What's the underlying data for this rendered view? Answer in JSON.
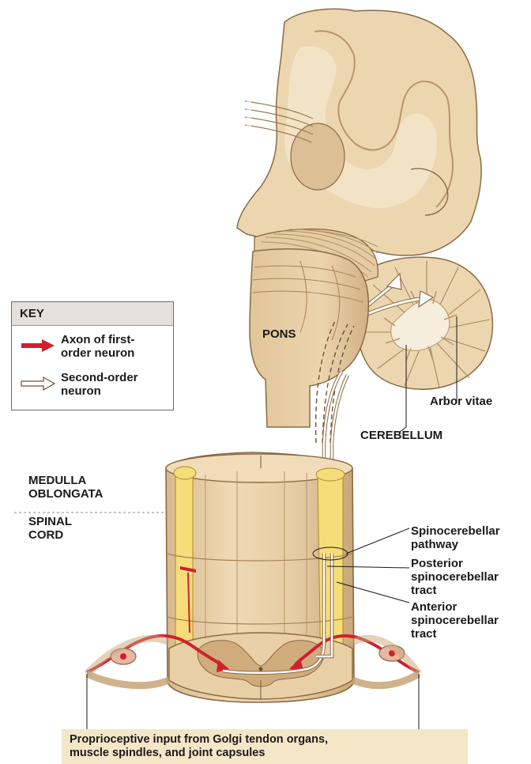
{
  "labels": {
    "pons": "PONS",
    "arbor_vitae": "Arbor vitae",
    "cerebellum": "CEREBELLUM",
    "medulla_line1": "MEDULLA",
    "medulla_line2": "OBLONGATA",
    "spinal_line1": "SPINAL",
    "spinal_line2": "CORD",
    "spinocerebellar_line1": "Spinocerebellar",
    "spinocerebellar_line2": "pathway",
    "posterior_line1": "Posterior",
    "posterior_line2": "spinocerebellar",
    "posterior_line3": "tract",
    "anterior_line1": "Anterior",
    "anterior_line2": "spinocerebellar",
    "anterior_line3": "tract"
  },
  "key": {
    "title": "KEY",
    "first_order_line1": "Axon of first-",
    "first_order_line2": "order neuron",
    "second_order_line1": "Second-order",
    "second_order_line2": "neuron"
  },
  "caption": {
    "line1": "Proprioceptive input from Golgi tendon organs,",
    "line2": "muscle spindles, and joint capsules"
  },
  "colors": {
    "tissue": "#ead2ab",
    "tissue_dark": "#d4b387",
    "outline": "#8a6a45",
    "tract_yellow": "#f6dd7a",
    "first_order_red": "#d0202c",
    "caption_bg": "#f5e6c8",
    "key_header_bg": "#e4e1dd"
  }
}
